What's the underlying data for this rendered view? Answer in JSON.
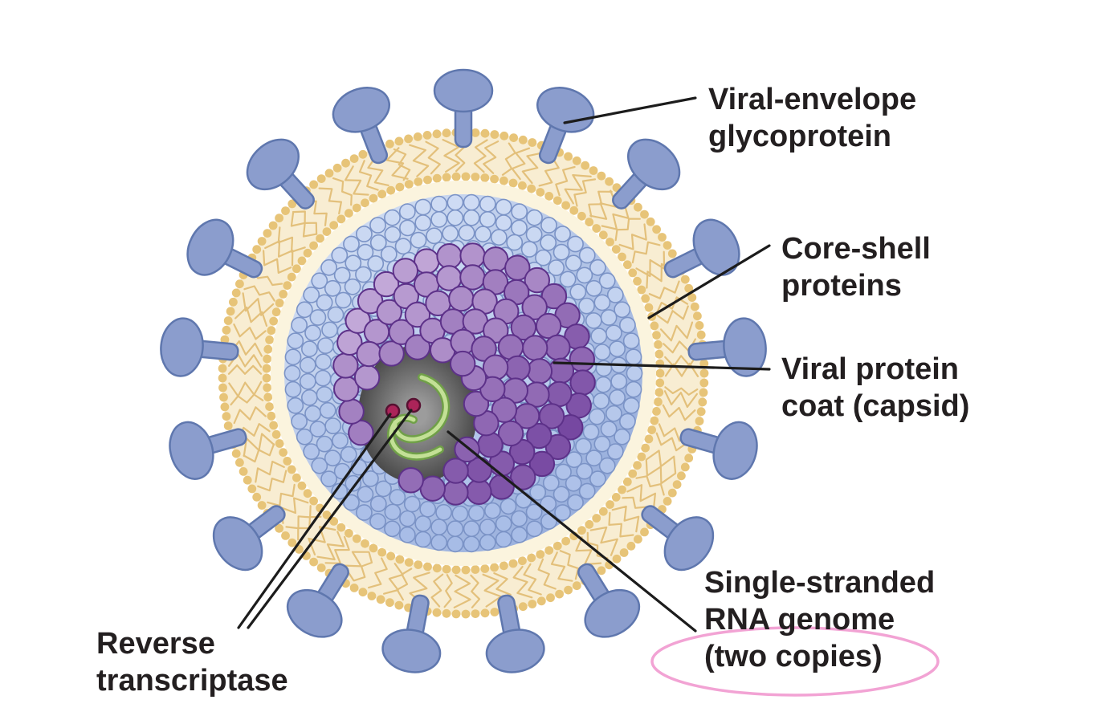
{
  "labels": {
    "glycoprotein": {
      "line1": "Viral-envelope",
      "line2": "glycoprotein"
    },
    "core_shell": {
      "line1": "Core-shell",
      "line2": "proteins"
    },
    "capsid": {
      "line1": "Viral protein",
      "line2": "coat (capsid)"
    },
    "rna": {
      "line1": "Single-stranded",
      "line2": "RNA genome",
      "line3": "(two copies)"
    },
    "reverse_transcriptase": {
      "line1": "Reverse",
      "line2": "transcriptase"
    }
  },
  "colors": {
    "spike": "#8b9dcd",
    "spike_stroke": "#5f77ae",
    "envelope_cream": "#f8edd2",
    "envelope_tan": "#e3c07b",
    "envelope_bead": "#e7c478",
    "inner_cream": "#fbf4de",
    "bg_light": "#d9e4f6",
    "bg_dark": "#8ea6d8",
    "coreshell_light": "#cfdcf4",
    "coreshell_dark": "#a6bbe6",
    "coreshell_stroke": "#7b93c6",
    "capsid_light": "#c9b1dd",
    "capsid_dark": "#6f3f9c",
    "capsid_stroke": "#5d3189",
    "interior_light": "#9c9c9c",
    "interior_dark": "#4a4a4a",
    "rna_dark": "#70a048",
    "rna_light": "#c3e096",
    "rt_dot": "#ab2459",
    "rt_dot_stroke": "#571031",
    "leader": "#1c1c1c",
    "text": "#231f20",
    "highlight_pink": "#f2a3d4"
  }
}
